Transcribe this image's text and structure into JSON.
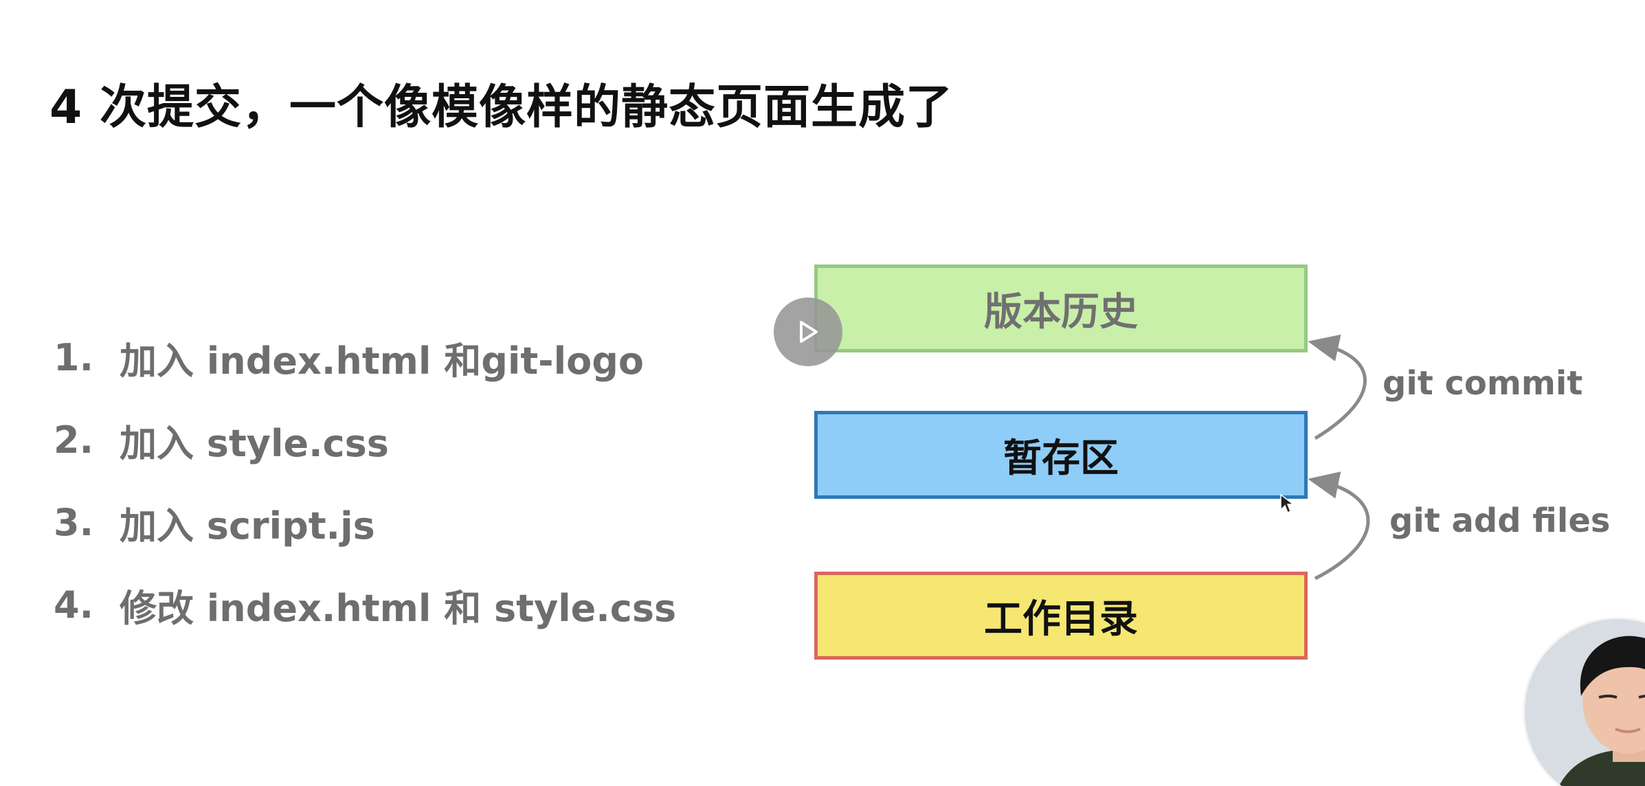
{
  "slide": {
    "title": "4 次提交，一个像模像样的静态页面生成了"
  },
  "steps": [
    {
      "num": "1.",
      "text": "加入 index.html 和git-logo"
    },
    {
      "num": "2.",
      "text": "加入 style.css"
    },
    {
      "num": "3.",
      "text": "加入 script.js"
    },
    {
      "num": "4.",
      "text": "修改 index.html 和 style.css"
    }
  ],
  "diagram": {
    "history": "版本历史",
    "staging": "暂存区",
    "working": "工作目录",
    "commit_label": "git commit",
    "add_label": "git add files",
    "colors": {
      "history_fill": "#c8f0a9",
      "history_border": "#96c884",
      "staging_fill": "#8ecdf7",
      "staging_border": "#2e78b7",
      "working_fill": "#f6e773",
      "working_border": "#d9675d",
      "arrow": "#8a8a8a"
    }
  },
  "video": {
    "play_icon": "play-icon",
    "avatar": "presenter-avatar"
  }
}
